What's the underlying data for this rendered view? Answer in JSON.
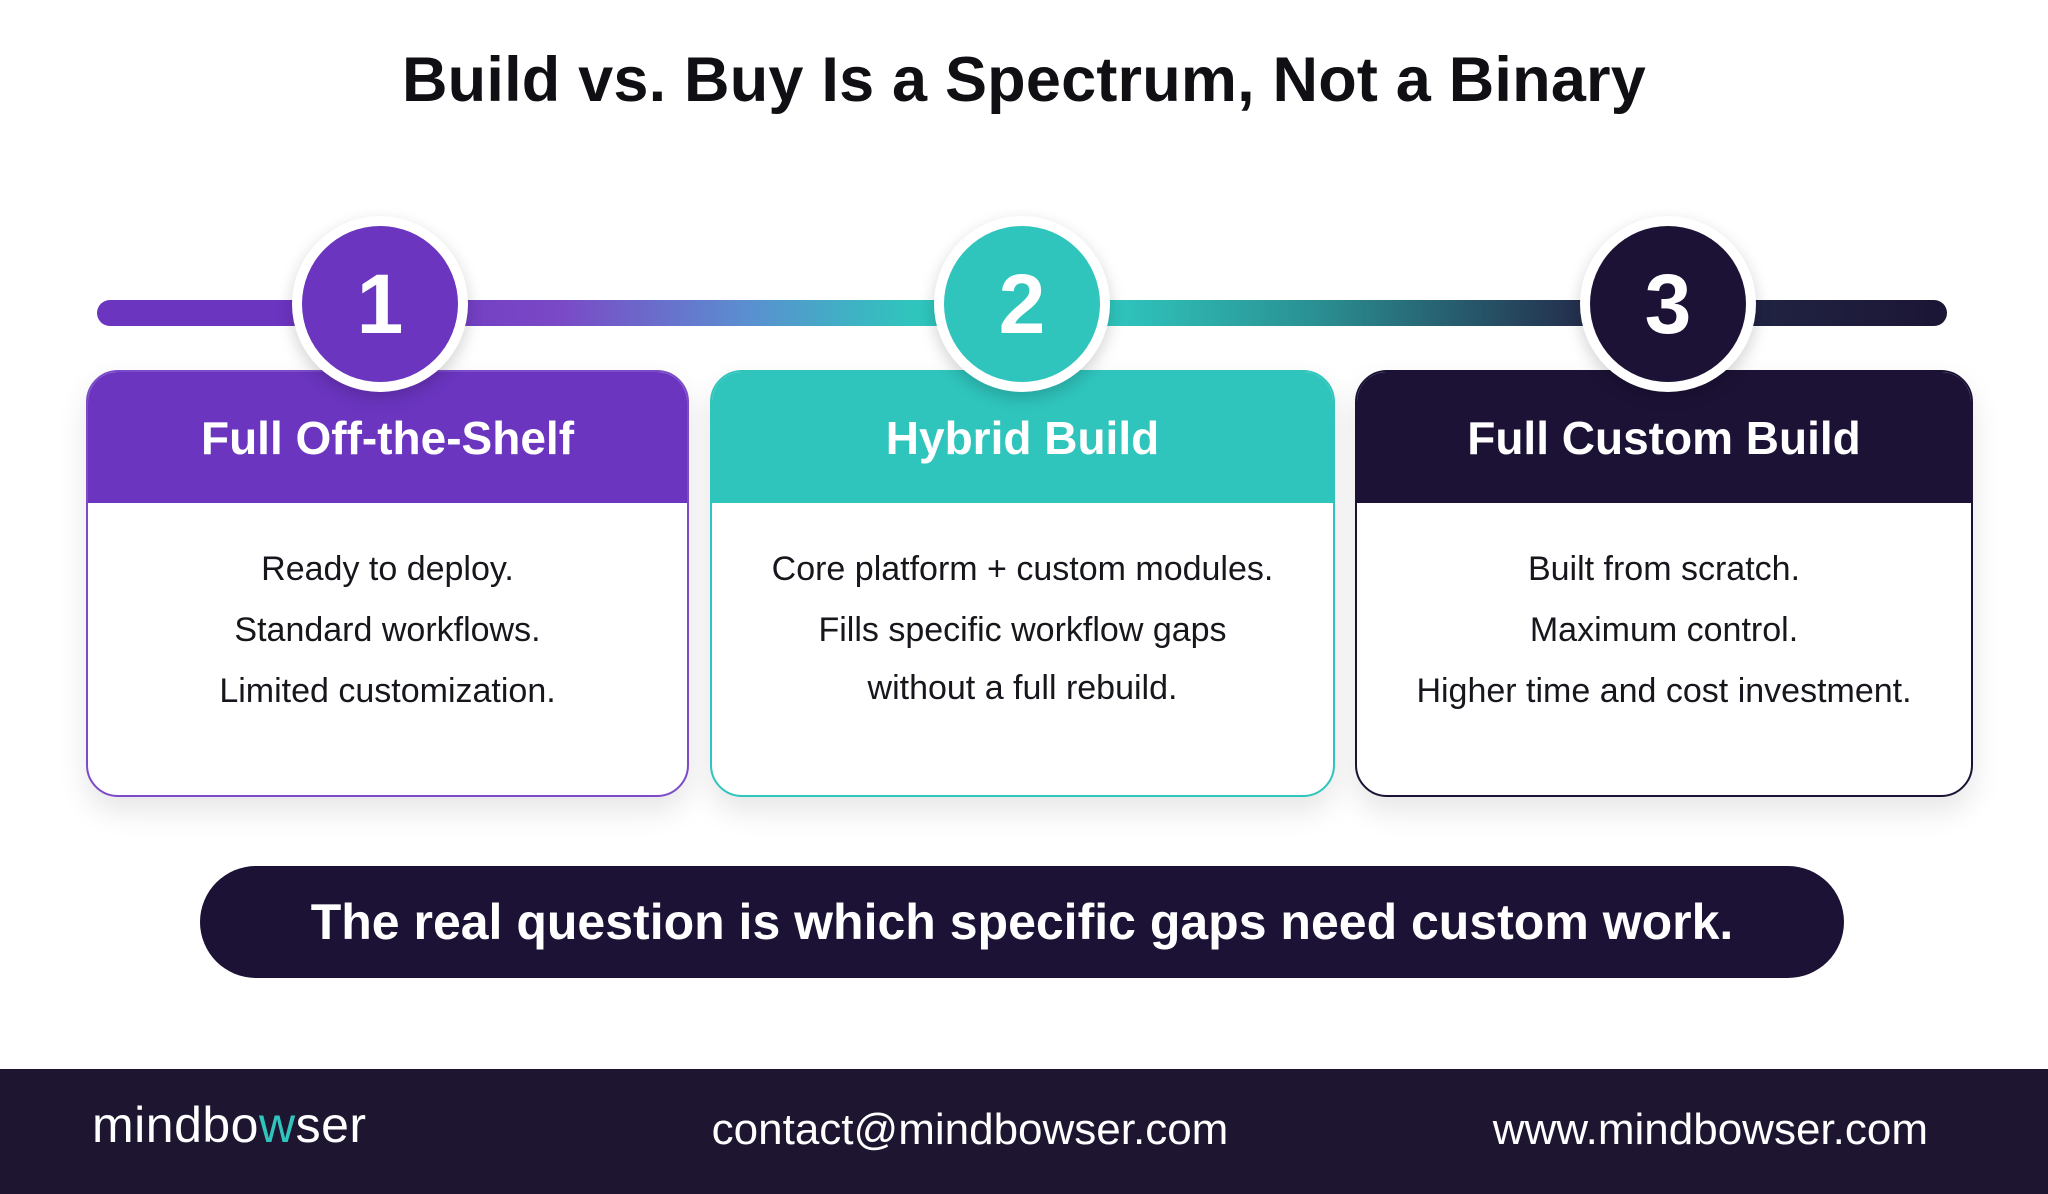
{
  "title": "Build vs. Buy Is a Spectrum, Not a Binary",
  "steps": [
    {
      "number": "1",
      "heading": "Full Off-the-Shelf",
      "lines": [
        "Ready to deploy.",
        "Standard workflows.",
        "Limited customization."
      ],
      "color": "#6b35c0"
    },
    {
      "number": "2",
      "heading": "Hybrid Build",
      "lines": [
        "Core platform + custom modules.",
        "Fills specific workflow gaps",
        "without a full rebuild."
      ],
      "color": "#2fc5bd"
    },
    {
      "number": "3",
      "heading": "Full Custom Build",
      "lines": [
        "Built from scratch.",
        "Maximum control.",
        "Higher time and cost investment."
      ],
      "color": "#1c1236"
    }
  ],
  "callout": "The real question is which specific gaps need custom work.",
  "footer": {
    "brand": {
      "before": "mindbo",
      "accent": "w",
      "after": "ser"
    },
    "email": "contact@mindbowser.com",
    "website": "www.mindbowser.com"
  }
}
